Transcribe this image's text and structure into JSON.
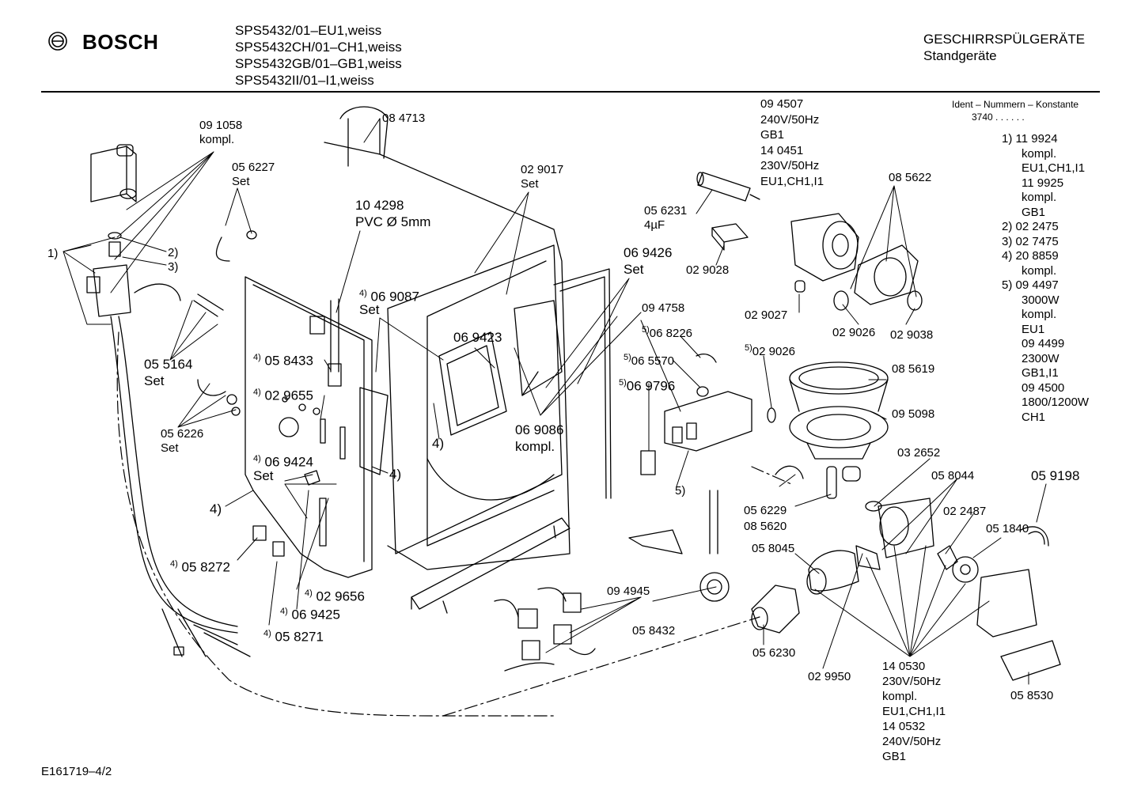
{
  "header": {
    "brand": "BOSCH",
    "models": [
      "SPS5432/01–EU1,weiss",
      "SPS5432CH/01–CH1,weiss",
      "SPS5432GB/01–GB1,weiss",
      "SPS5432II/01–I1,weiss"
    ],
    "category": "GESCHIRRSPÜLGERÄTE",
    "subcategory": "Standgeräte"
  },
  "ident": {
    "title": "Ident – Nummern – Konstante",
    "value": "3740 . .  . . . ."
  },
  "footnotes": [
    "1)  11 9924",
    "kompl.",
    "EU1,CH1,I1",
    "11 9925",
    "kompl.",
    "GB1",
    "2)  02 2475",
    "3)  02 7475",
    "4)  20 8859",
    "kompl.",
    "5)  09 4497",
    "3000W",
    "kompl.",
    "EU1",
    "09 4499",
    "2300W",
    "GB1,I1",
    "09 4500",
    "1800/1200W",
    "CH1"
  ],
  "footer": {
    "code": "E161719–4/2"
  },
  "labels": {
    "p091058": "09 1058",
    "p091058b": "kompl.",
    "p084713": "08 4713",
    "p056227": "05 6227",
    "p056227b": "Set",
    "p104298": "10 4298",
    "p104298b": "PVC Ø 5mm",
    "p029017": "02 9017",
    "p029017b": "Set",
    "ref1": "1)",
    "ref2": "2)",
    "ref3": "3)",
    "p069087sup": "4)",
    "p069087": "06 9087",
    "p069087b": "Set",
    "p069423": "06 9423",
    "p069426": "06 9426",
    "p069426b": "Set",
    "p055164": "05 5164",
    "p055164b": "Set",
    "p058433sup": "4)",
    "p058433": "05 8433",
    "p029655sup": "4)",
    "p029655": "02 9655",
    "p056226": "05 6226",
    "p056226b": "Set",
    "p069424sup": "4)",
    "p069424": "06 9424",
    "p069424b": "Set",
    "ref4a": "4)",
    "ref4b": "4)",
    "ref4c": "4)",
    "p058272sup": "4)",
    "p058272": "05 8272",
    "p029656sup": "4)",
    "p029656": "02 9656",
    "p069425sup": "4)",
    "p069425": "06 9425",
    "p058271sup": "4)",
    "p058271": "05 8271",
    "p069086": "06 9086",
    "p069086b": "kompl.",
    "p094507": "09 4507",
    "p094507b": "240V/50Hz",
    "p094507c": "GB1",
    "p140451": "14 0451",
    "p140451b": "230V/50Hz",
    "p140451c": "EU1,CH1,I1",
    "p056231": "05 6231",
    "p056231b": "4µF",
    "p029028": "02 9028",
    "p085622": "08 5622",
    "p029027": "02 9027",
    "p029026a": "02 9026",
    "p029038": "02 9038",
    "p094758": "09 4758",
    "p068226sup": "5)",
    "p068226": "06 8226",
    "p065570sup": "5)",
    "p065570": "06 5570",
    "p069796sup": "5)",
    "p069796": "06 9796",
    "p029026bsup": "5)",
    "p029026b": "02 9026",
    "p085619": "08 5619",
    "p095098": "09 5098",
    "ref5": "5)",
    "p032652": "03 2652",
    "p058044": "05 8044",
    "p059198": "05 9198",
    "p022487": "02 2487",
    "p051840": "05 1840",
    "p056229": "05 6229",
    "p085620": "08 5620",
    "p058045": "05 8045",
    "p094945": "09 4945",
    "p058432": "05 8432",
    "p056230": "05 6230",
    "p029950": "02 9950",
    "p140530": "14 0530",
    "p140530b": "230V/50Hz",
    "p140530c": "kompl.",
    "p140530d": "EU1,CH1,I1",
    "p140532": "14 0532",
    "p140532b": "240V/50Hz",
    "p140532c": "GB1",
    "p058530": "05 8530"
  }
}
